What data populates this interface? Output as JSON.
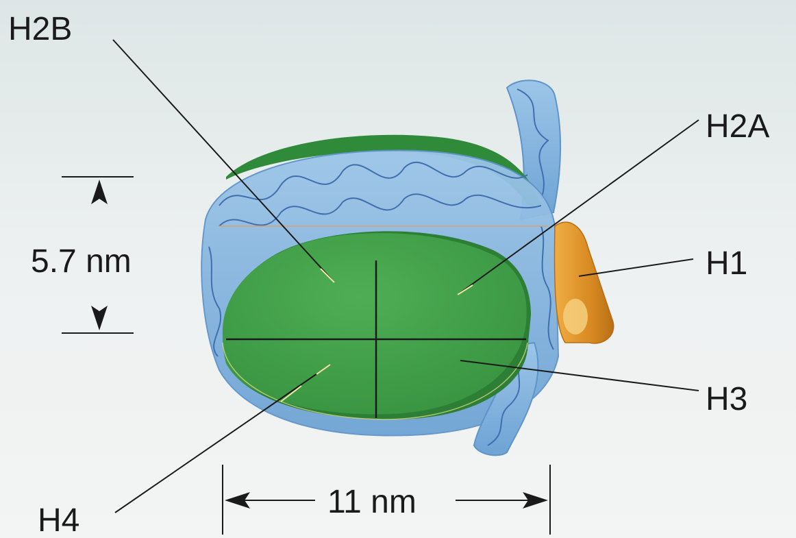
{
  "labels": {
    "h2b": "H2B",
    "h2a": "H2A",
    "h1": "H1",
    "h3": "H3",
    "h4": "H4"
  },
  "dimensions": {
    "height": "5.7 nm",
    "width": "11 nm"
  },
  "colors": {
    "background": "#eef0f0",
    "histone_core": "#3f9a46",
    "histone_core_dark": "#2e7d36",
    "dna": "#7fb1dd",
    "dna_strand": "#3f6fae",
    "h1": "#e0952c",
    "line": "#1a1a1a"
  }
}
